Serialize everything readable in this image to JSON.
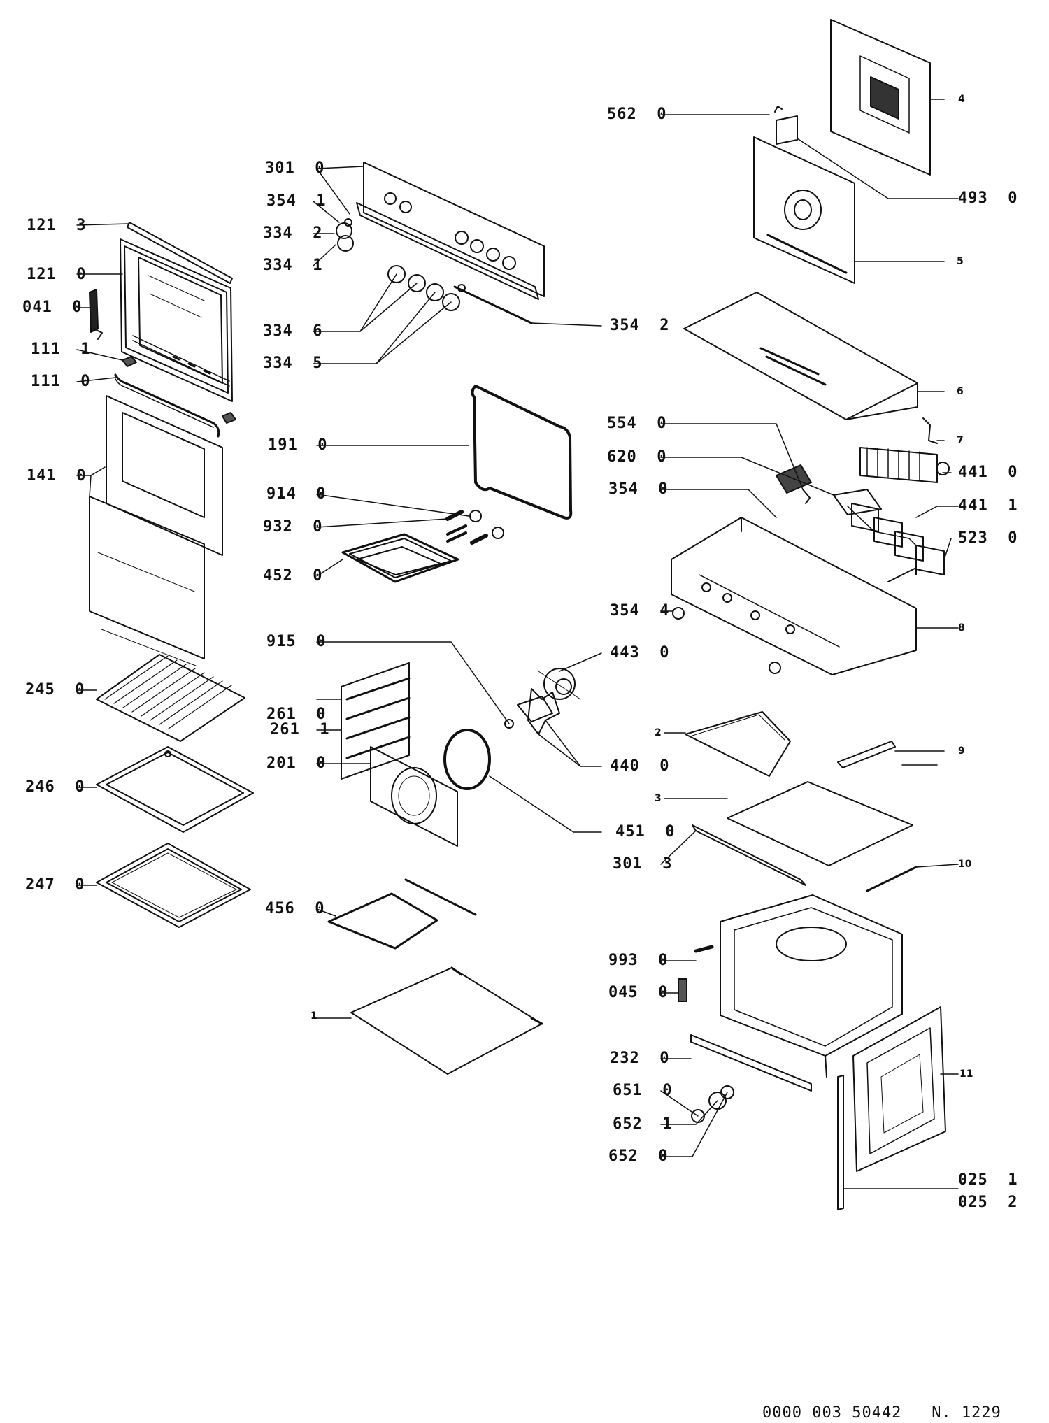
{
  "parts_left": [
    {
      "code": "121  3"
    },
    {
      "code": "121  0"
    },
    {
      "code": "041  0"
    },
    {
      "code": "111  1"
    },
    {
      "code": "111  0"
    },
    {
      "code": "141  0"
    },
    {
      "code": "245  0"
    },
    {
      "code": "246  0"
    },
    {
      "code": "247  0"
    }
  ],
  "parts_middle": [
    {
      "code": "301  0"
    },
    {
      "code": "354  1"
    },
    {
      "code": "334  2"
    },
    {
      "code": "334  1"
    },
    {
      "code": "334  6"
    },
    {
      "code": "334  5"
    },
    {
      "code": "354  2"
    },
    {
      "code": "191  0"
    },
    {
      "code": "914  0"
    },
    {
      "code": "932  0"
    },
    {
      "code": "452  0"
    },
    {
      "code": "915  0"
    },
    {
      "code": "443  0"
    },
    {
      "code": "261  0"
    },
    {
      "code": "261  1"
    },
    {
      "code": "201  0"
    },
    {
      "code": "440  0"
    },
    {
      "code": "451  0"
    },
    {
      "code": "456  0"
    }
  ],
  "parts_right": [
    {
      "code": "562  0"
    },
    {
      "code": "493  0"
    },
    {
      "code": "554  0"
    },
    {
      "code": "620  0"
    },
    {
      "code": "354  0"
    },
    {
      "code": "441  0"
    },
    {
      "code": "441  1"
    },
    {
      "code": "523  0"
    },
    {
      "code": "354  4"
    },
    {
      "code": "301  3"
    },
    {
      "code": "993  0"
    },
    {
      "code": "045  0"
    },
    {
      "code": "232  0"
    },
    {
      "code": "651  0"
    },
    {
      "code": "652  1"
    },
    {
      "code": "652  0"
    },
    {
      "code": "025  1"
    },
    {
      "code": "025  2"
    }
  ],
  "numbered_refs": [
    "1",
    "2",
    "3",
    "4",
    "5",
    "6",
    "7",
    "8",
    "9",
    "10",
    "11"
  ],
  "footer": {
    "doc_number": "0000 003 50442",
    "sheet": "N. 1229"
  }
}
